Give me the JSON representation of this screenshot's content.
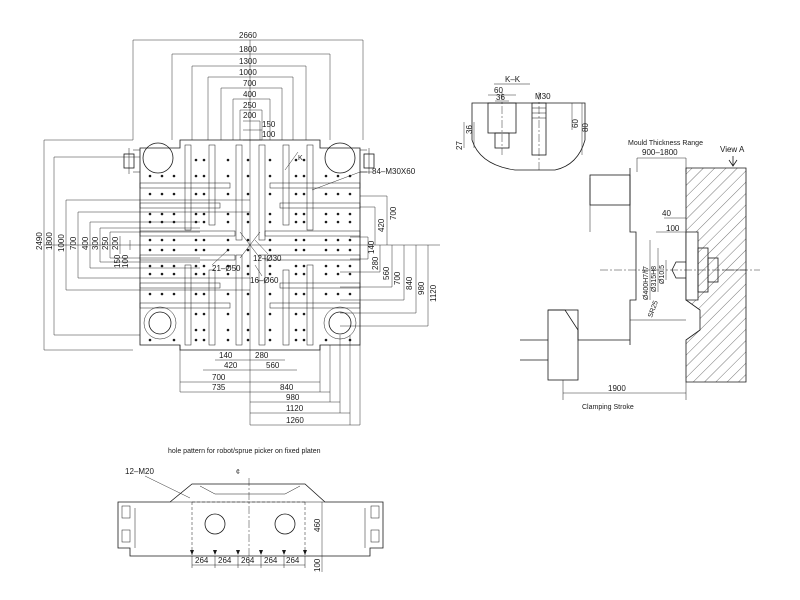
{
  "platen_view": {
    "dims_top": [
      "2660",
      "1800",
      "1300",
      "1000",
      "700",
      "400",
      "250",
      "200",
      "150",
      "100"
    ],
    "dims_left": [
      "2490",
      "1800",
      "1000",
      "700",
      "400",
      "300",
      "250",
      "200",
      "150",
      "100"
    ],
    "dims_right": [
      "700",
      "420",
      "140",
      "280",
      "560",
      "700",
      "840",
      "980",
      "1120"
    ],
    "dims_bottom": [
      "140",
      "280",
      "420",
      "560",
      "700",
      "840",
      "735",
      "980",
      "1120",
      "1260"
    ],
    "callout_tapped": "84–M30X60",
    "callout_21": "21–Ø50",
    "callout_12": "12–Ø30",
    "callout_16": "16–Ø60"
  },
  "section_kk": {
    "title": "K–K",
    "dims": [
      "60",
      "36",
      "M30",
      "27",
      "36",
      "60",
      "80"
    ]
  },
  "side_view": {
    "mould_thickness_label": "Mould Thickness Range",
    "mould_thickness_value": "900–1800",
    "view_label": "View A",
    "dims": [
      "40",
      "100"
    ],
    "vertical_dims": [
      "Ø400H7/f7",
      "Ø315H8",
      "Ø10.5",
      "SR25"
    ],
    "stroke_value": "1900",
    "stroke_label": "Clamping Stroke"
  },
  "robot_view": {
    "caption": "hole pattern for robot/sprue picker on fixed platen",
    "callout_holes": "12–M20",
    "center_mark": "¢",
    "dims_bottom": [
      "264",
      "264",
      "264",
      "264",
      "264"
    ],
    "dims_right": [
      "460",
      "100"
    ]
  }
}
